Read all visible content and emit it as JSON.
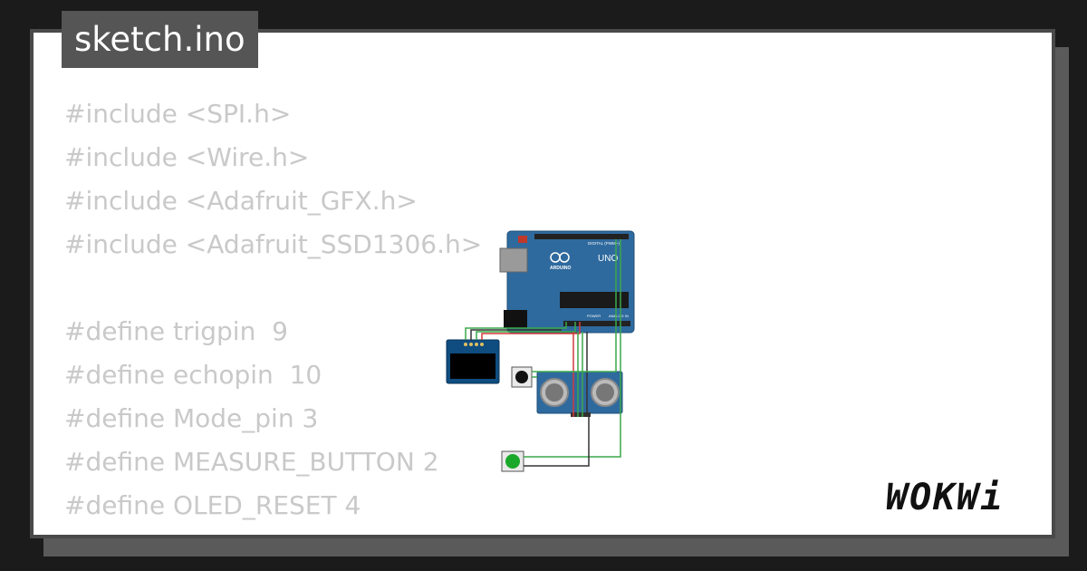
{
  "header": {
    "filename": "sketch.ino"
  },
  "code": {
    "lines": [
      "#include <SPI.h>",
      "#include <Wire.h>",
      "#include <Adafruit_GFX.h>",
      "#include <Adafruit_SSD1306.h>",
      "",
      "#define trigpin  9",
      "#define echopin  10",
      "#define Mode_pin 3",
      "#define MEASURE_BUTTON 2",
      "#define OLED_RESET 4"
    ]
  },
  "circuit": {
    "board_label": "UNO",
    "board_brand": "ARDUINO",
    "board_digital": "DIGITAL (PWM~)",
    "board_analog": "ANALOG IN",
    "board_power": "POWER"
  },
  "brand": {
    "logo": "WOKWi"
  },
  "colors": {
    "board": "#2f6a9e",
    "wire_green": "#3aa84a",
    "wire_red": "#d33a3a",
    "button_green": "#1aa82a",
    "oled": "#0f4d80"
  }
}
